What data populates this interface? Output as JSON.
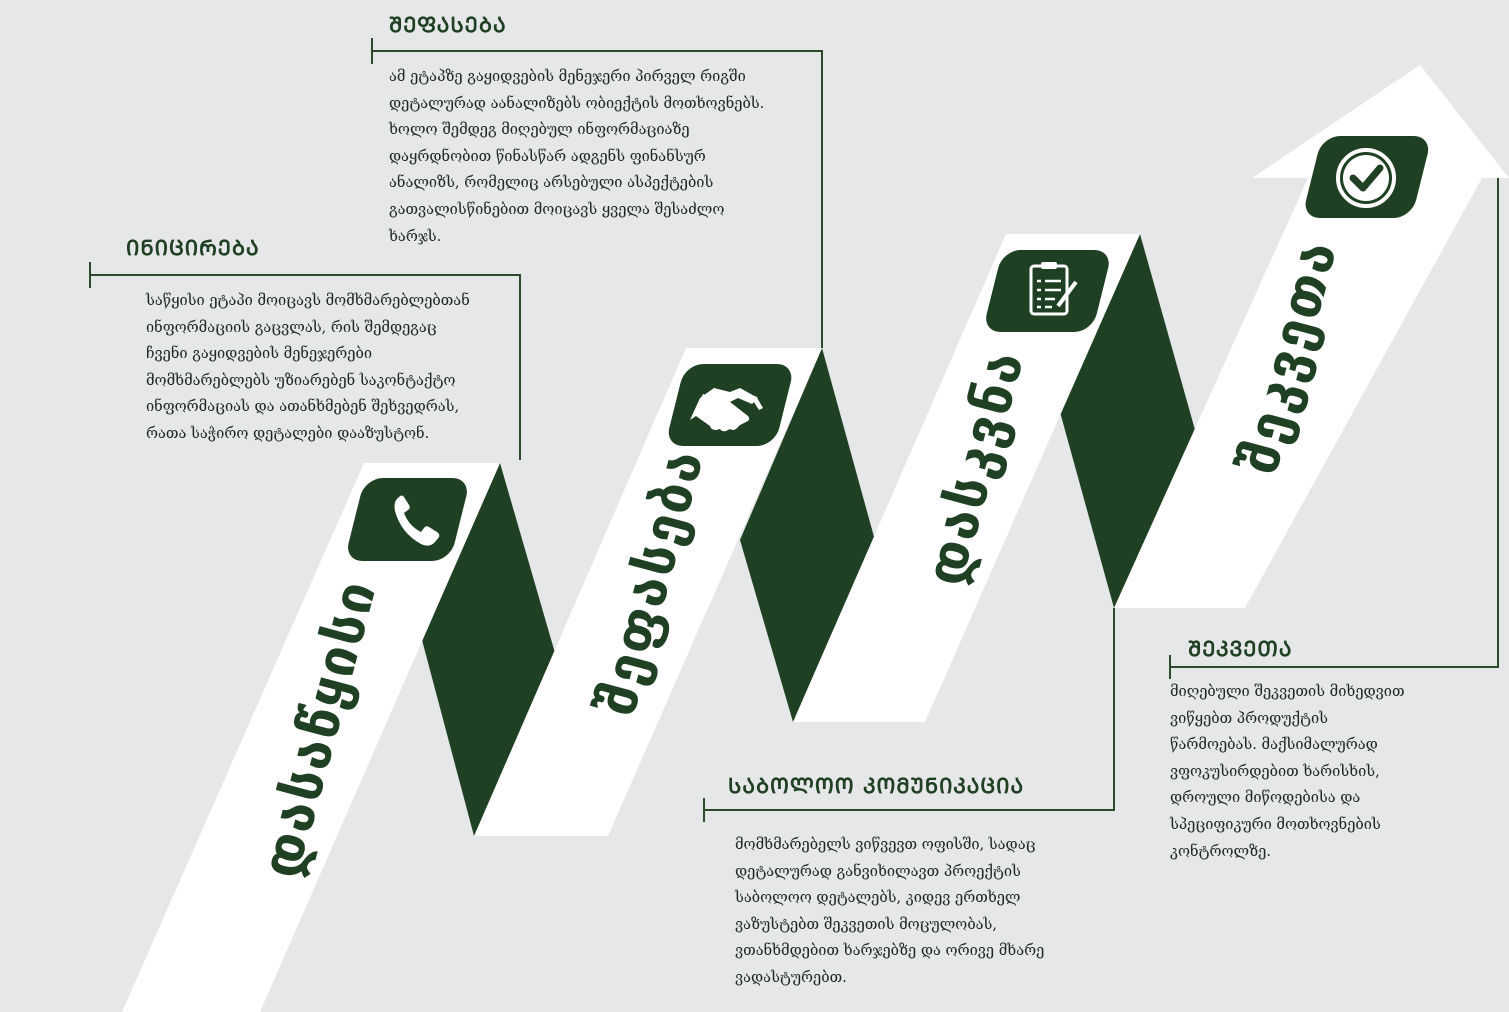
{
  "colors": {
    "background": "#e6e7e9",
    "ribbon": "#ffffff",
    "accent": "#1f4022",
    "connector": "#2a4a2a",
    "icon_tile": "#1f4022",
    "icon_glyph": "#ffffff"
  },
  "ribbon_labels": {
    "step1": "დასაწყისი",
    "step2": "შეფასება",
    "step3": "დასკვნა",
    "step4": "შეკვეთა"
  },
  "icons": {
    "step1": "phone-icon",
    "step2": "handshake-icon",
    "step3": "clipboard-icon",
    "step4": "checkmark-circle-icon"
  },
  "sections": {
    "initiation": {
      "title": "ᲘᲜᲘᲪᲘᲠᲔᲑᲐ",
      "body": "საწყისი ეტაპი მოიცავს  მომხმარებლებთან\nინფორმაციის გაცვლას, რის შემდეგაც\nჩვენი გაყიდვების მენეჯერები\nმომხმარებლებს უზიარებენ საკონტაქტო\nინფორმაციას და ათანხმებენ შეხვედრას,\nრათა საჭირო დეტალები დააზუსტონ."
    },
    "assessment": {
      "title": "ᲨᲔᲤᲐᲡᲔᲑᲐ",
      "body": "ამ ეტაპზე გაყიდვების მენეჯერი პირველ რიგში\nდეტალურად აანალიზებს ობიექტის მოთხოვნებს.\nხოლო შემდეგ მიღებულ ინფორმაციაზე\nდაყრდნობით  წინასწარ ადგენს ფინანსურ\nანალიზს, რომელიც არსებული ასპექტების\nგათვალისწინებით მოიცავს ყველა შესაძლო\nხარჯს."
    },
    "final_communication": {
      "title": "ᲡᲐᲑᲝᲚᲝᲝ ᲙᲝᲛᲣᲜᲘᲙᲐᲪᲘᲐ",
      "body": "მომხმარებელს ვიწვევთ ოფისში, სადაც\nდეტალურად განვიხილავთ პროექტის\nსაბოლოო დეტალებს, კიდევ ერთხელ\nვაზუსტებთ შეკვეთის მოცულობას,\nვთანხმდებით ხარჯებზე და ორივე მხარე\nვადასტურებთ."
    },
    "order": {
      "title": "ᲨᲔᲙᲕᲔᲗᲐ",
      "body": "მიღებული შეკვეთის მიხედვით\nვიწყებთ პროდუქტის\nწარმოებას. მაქსიმალურად\nვფოკუსირდებით ხარისხის,\nდროული მიწოდებისა და\nსპეციფიკური მოთხოვნების\nკონტროლზე."
    }
  }
}
